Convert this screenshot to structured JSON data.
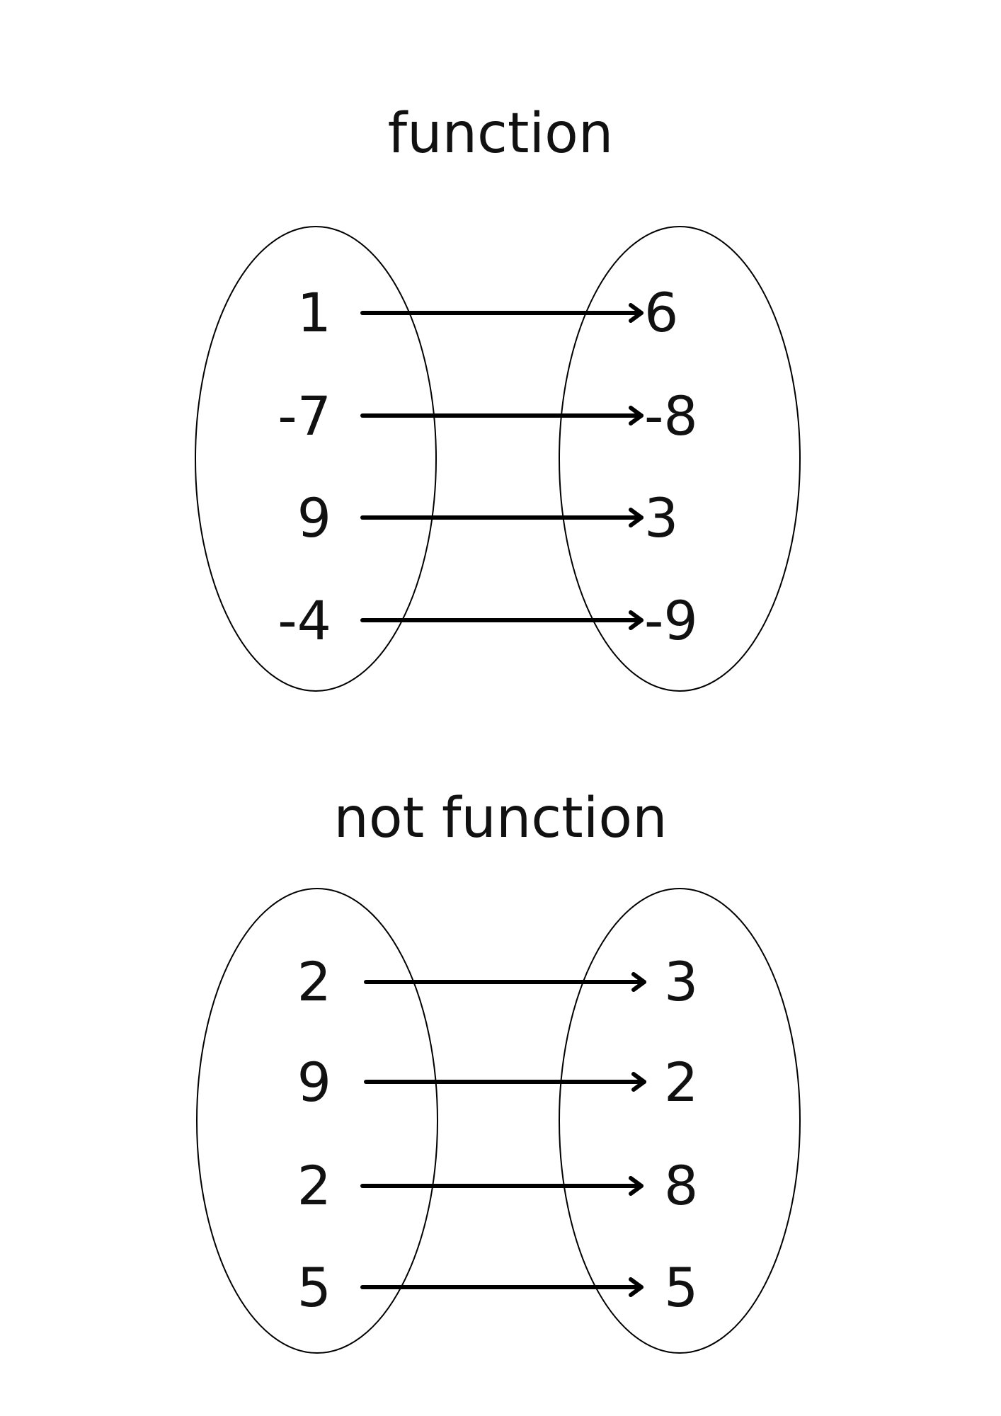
{
  "colors": {
    "background": "#ffffff",
    "ink": "#000000"
  },
  "mappings": [
    {
      "title": "function",
      "domain": [
        "1",
        "-7",
        "9",
        "-4"
      ],
      "range": [
        "6",
        "-8",
        "3",
        "-9"
      ],
      "arrows": [
        [
          0,
          0
        ],
        [
          1,
          1
        ],
        [
          2,
          2
        ],
        [
          3,
          3
        ]
      ]
    },
    {
      "title": "not function",
      "domain": [
        "2",
        "9",
        "2",
        "5"
      ],
      "range": [
        "3",
        "2",
        "8",
        "5"
      ],
      "arrows": [
        [
          0,
          0
        ],
        [
          1,
          1
        ],
        [
          2,
          2
        ],
        [
          3,
          3
        ]
      ]
    }
  ]
}
